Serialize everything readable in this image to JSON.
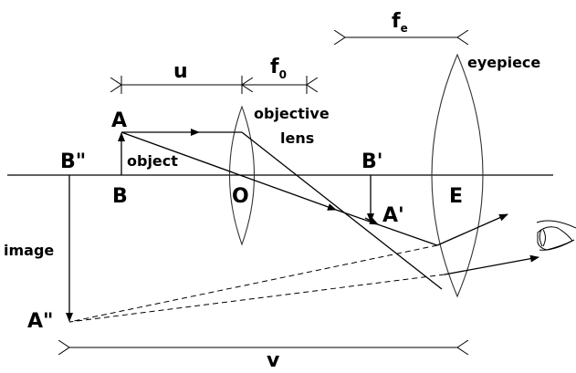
{
  "diagram": {
    "title": "Compound microscope ray diagram",
    "labels": {
      "fe_main": "f",
      "fe_sub": "e",
      "eyepiece": "eyepiece",
      "u": "u",
      "f0_main": "f",
      "f0_sub": "0",
      "A": "A",
      "objective_line1": "objective",
      "objective_line2": "lens",
      "B_double_prime": "B\"",
      "object": "object",
      "B_prime": "B'",
      "B": "B",
      "O": "O",
      "E": "E",
      "A_prime": "A'",
      "image": "image",
      "A_double_prime": "A\"",
      "v": "v"
    },
    "icons": {
      "eye": "eye-icon"
    }
  }
}
